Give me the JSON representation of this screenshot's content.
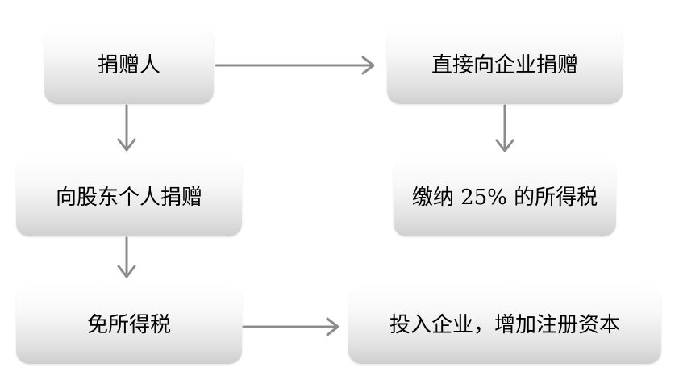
{
  "nodes": {
    "donor": "捐赠人",
    "direct_to_company": "直接向企业捐赠",
    "to_shareholder": "向股东个人捐赠",
    "pay_tax": "缴纳 25% 的所得税",
    "tax_exempt": "免所得税",
    "invest": "投入企业，增加注册资本"
  },
  "colors": {
    "arrow": "#8c8c8c",
    "box_top": "#ffffff",
    "box_bottom": "#cfcfcf"
  }
}
